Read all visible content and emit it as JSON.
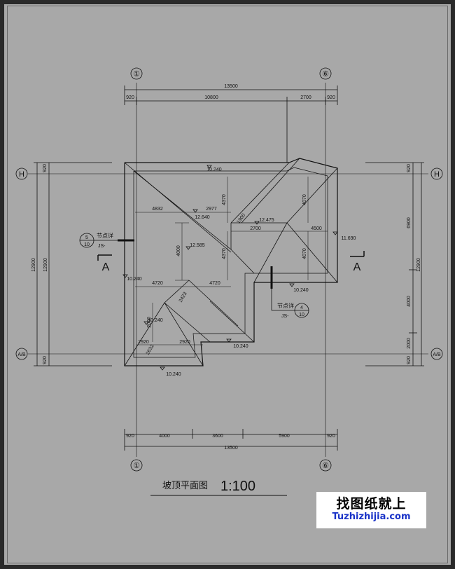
{
  "drawing": {
    "title": "坡顶平面图",
    "scale": "1:100",
    "grid_axes": {
      "col_left": "①",
      "col_right": "⑥",
      "row_top": "H",
      "row_bottom": "A/B"
    },
    "top_dims": {
      "overall": "13500",
      "left_overhang": "920",
      "span_a": "10800",
      "span_b": "2700",
      "right_overhang": "920"
    },
    "bottom_dims": {
      "overall": "13500",
      "left_overhang": "920",
      "span_a": "4000",
      "span_b": "3600",
      "span_c": "5900",
      "right_overhang": "920"
    },
    "left_dims": {
      "top_overhang": "920",
      "overall_outer": "12900",
      "overall_inner": "12900",
      "bottom_overhang": "920"
    },
    "right_dims": {
      "top_overhang": "920",
      "span_a": "6900",
      "span_b": "4000",
      "span_c": "2000",
      "overall": "12900",
      "bottom_overhang": "920"
    },
    "interior_dims": [
      "4832",
      "2977",
      "2700",
      "4500",
      "4720",
      "4720",
      "2423",
      "2920",
      "2920",
      "2632",
      "4370",
      "4370",
      "4070",
      "4070",
      "4000",
      "2000",
      "1900"
    ],
    "elevations": [
      "10.240",
      "12.640",
      "12.475",
      "12.585",
      "10.240",
      "10.240",
      "11.690",
      "10.240",
      "10.240",
      "10.240"
    ],
    "details": [
      {
        "top": "5",
        "bottom": "10",
        "code": "JS-",
        "note": "节点详"
      },
      {
        "top": "4",
        "bottom": "10",
        "code": "JS-",
        "note": "节点详"
      }
    ],
    "section_marks": [
      "A",
      "A"
    ]
  },
  "watermark": {
    "cn": "找图纸就上",
    "en": "Tuzhizhijia.com"
  }
}
